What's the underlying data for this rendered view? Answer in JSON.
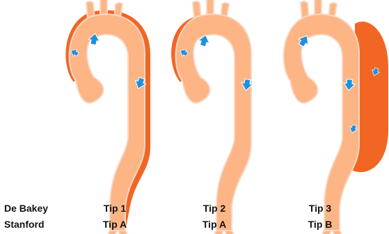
{
  "colors": {
    "aorta_fill": "#FDB586",
    "aorta_edge": "#F7D8C4",
    "dissection_fill": "#F26624",
    "arrow": "#1E90E0",
    "text": "#111111"
  },
  "icons": [
    "blood-flow-arrow-icon"
  ],
  "rows": {
    "classification_1": "De Bakey",
    "classification_2": "Stanford"
  },
  "types": [
    {
      "debakey": "Tip 1",
      "stanford": "Tip A"
    },
    {
      "debakey": "Tip 2",
      "stanford": "Tip A"
    },
    {
      "debakey": "Tip 3",
      "stanford": "Tip B"
    }
  ]
}
